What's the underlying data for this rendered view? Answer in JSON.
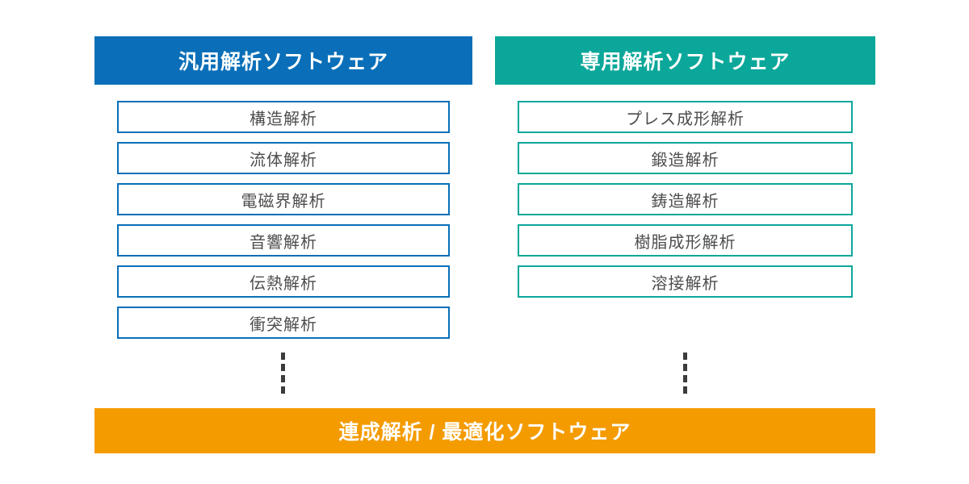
{
  "columns": [
    {
      "header": "汎用解析ソフトウェア",
      "color": "#0A6FB8",
      "items": [
        "構造解析",
        "流体解析",
        "電磁界解析",
        "音響解析",
        "伝熱解析",
        "衝突解析"
      ]
    },
    {
      "header": "専用解析ソフトウェア",
      "color": "#0BA79A",
      "items": [
        "プレス成形解析",
        "鍛造解析",
        "鋳造解析",
        "樹脂成形解析",
        "溶接解析"
      ]
    }
  ],
  "bottom_bar": {
    "label": "連成解析 / 最適化ソフトウェア",
    "color": "#F49B00"
  },
  "item_text_color": "#4D4D4D",
  "dots_color": "#3C3C3C"
}
